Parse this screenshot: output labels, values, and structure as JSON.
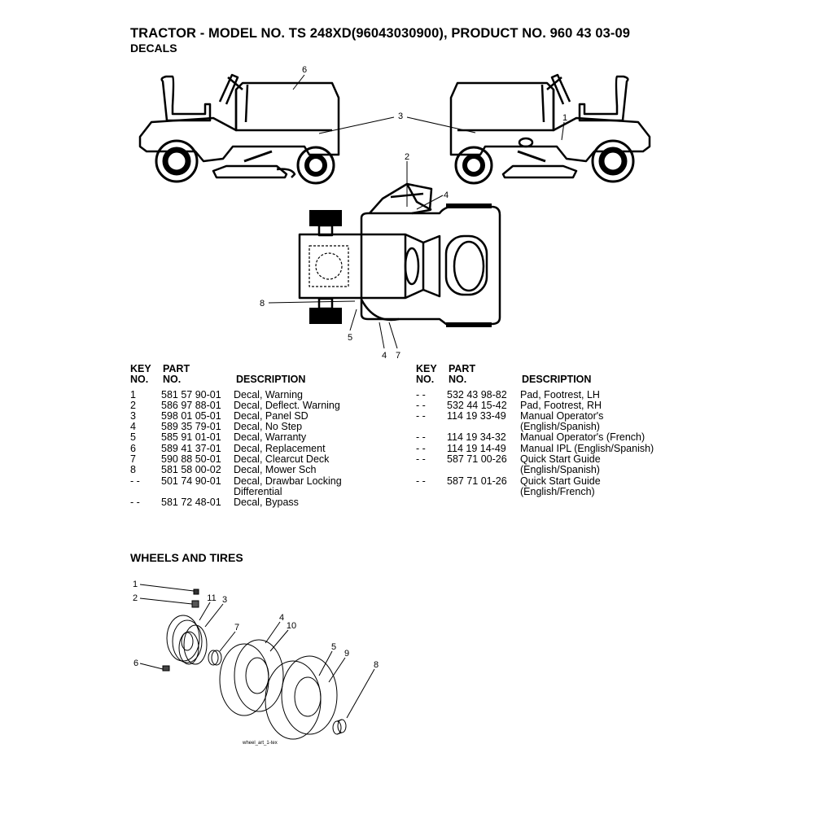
{
  "header": {
    "title": "TRACTOR - MODEL NO. TS 248XD(96043030900), PRODUCT NO. 960 43 03-09",
    "subtitle": "DECALS"
  },
  "decals_diagram": {
    "callouts": [
      "6",
      "3",
      "1",
      "2",
      "4",
      "8",
      "5",
      "4",
      "7"
    ]
  },
  "table_headers": {
    "key_1": "KEY",
    "key_2": "NO.",
    "part_1": "PART",
    "part_2": "NO.",
    "description": "DESCRIPTION"
  },
  "left_table": [
    {
      "key": "1",
      "part": "581 57 90-01",
      "desc": "Decal, Warning",
      "desc2": ""
    },
    {
      "key": "2",
      "part": "586 97 88-01",
      "desc": "Decal, Deflect. Warning",
      "desc2": ""
    },
    {
      "key": "3",
      "part": "598 01 05-01",
      "desc": "Decal, Panel SD",
      "desc2": ""
    },
    {
      "key": "4",
      "part": "589 35 79-01",
      "desc": "Decal, No Step",
      "desc2": ""
    },
    {
      "key": "5",
      "part": "585 91 01-01",
      "desc": "Decal, Warranty",
      "desc2": ""
    },
    {
      "key": "6",
      "part": "589 41 37-01",
      "desc": "Decal, Replacement",
      "desc2": ""
    },
    {
      "key": "7",
      "part": "590 88 50-01",
      "desc": "Decal, Clearcut Deck",
      "desc2": ""
    },
    {
      "key": "8",
      "part": "581 58 00-02",
      "desc": "Decal, Mower Sch",
      "desc2": ""
    },
    {
      "key": "- -",
      "part": "501 74 90-01",
      "desc": "Decal, Drawbar Locking",
      "desc2": "Differential"
    },
    {
      "key": "- -",
      "part": "581 72 48-01",
      "desc": "Decal, Bypass",
      "desc2": ""
    }
  ],
  "right_table": [
    {
      "key": "- -",
      "part": "532 43 98-82",
      "desc": "Pad, Footrest, LH",
      "desc2": ""
    },
    {
      "key": "- -",
      "part": "532 44 15-42",
      "desc": "Pad, Footrest, RH",
      "desc2": ""
    },
    {
      "key": "- -",
      "part": "114 19 33-49",
      "desc": "Manual Operator's",
      "desc2": "(English/Spanish)"
    },
    {
      "key": "- -",
      "part": "114 19 34-32",
      "desc": "Manual Operator's (French)",
      "desc2": ""
    },
    {
      "key": "- -",
      "part": "114 19 14-49",
      "desc": "Manual IPL (English/Spanish)",
      "desc2": ""
    },
    {
      "key": "- -",
      "part": "587 71 00-26",
      "desc": "Quick Start Guide",
      "desc2": "(English/Spanish)"
    },
    {
      "key": "- -",
      "part": "587 71 01-26",
      "desc": "Quick Start Guide",
      "desc2": "(English/French)"
    }
  ],
  "wheels_section": {
    "title": "WHEELS AND TIRES",
    "callouts": [
      "1",
      "2",
      "11",
      "3",
      "7",
      "4",
      "10",
      "5",
      "9",
      "8",
      "6"
    ],
    "art_label": "wheel_art_1-tex"
  }
}
